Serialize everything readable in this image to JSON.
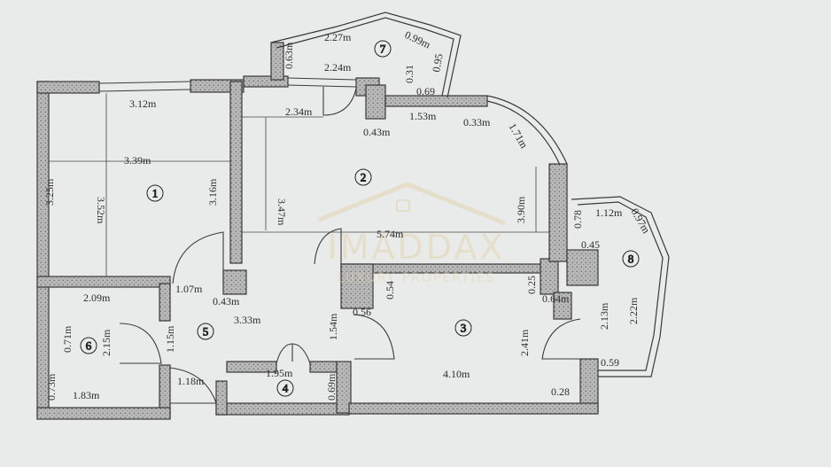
{
  "colors": {
    "wall_fill": "#b8b8b8",
    "wall_stroke": "#3a3a3a",
    "paper": "#e9ebea",
    "watermark": "#e2d4b0"
  },
  "watermark": {
    "brand": "IMADDAX",
    "tagline": "LUXURY PROPERTIES"
  },
  "rooms": [
    {
      "id": "1",
      "label": "1"
    },
    {
      "id": "2",
      "label": "2"
    },
    {
      "id": "3",
      "label": "3"
    },
    {
      "id": "4",
      "label": "4"
    },
    {
      "id": "5",
      "label": "5"
    },
    {
      "id": "6",
      "label": "6"
    },
    {
      "id": "7",
      "label": "7"
    },
    {
      "id": "8",
      "label": "8"
    }
  ],
  "dimensions": {
    "r7_top": "2.27m",
    "r7_diag": "0.99m",
    "r7_left": "0.63m",
    "r7_inner": "2.24m",
    "r7_031": "0.31",
    "r7_095": "0.95",
    "r7_069": "0.69",
    "r2_234": "2.34m",
    "r2_043": "0.43m",
    "r2_153": "1.53m",
    "r2_033": "0.33m",
    "r2_171": "1.71m",
    "r2_347": "3.47m",
    "r2_574": "5.74m",
    "r2_390": "3.90m",
    "r1_312": "3.12m",
    "r1_339": "3.39m",
    "r1_325": "3.25m",
    "r1_352": "3.52m",
    "r1_316": "3.16m",
    "r8_078": "0.78",
    "r8_112": "1.12m",
    "r8_097": "0.97m",
    "r8_045": "0.45",
    "r8_222": "2.22m",
    "r8_213": "2.13m",
    "r8_059": "0.59",
    "r5_107": "1.07m",
    "r5_043": "0.43m",
    "r5_333": "3.33m",
    "r5_154": "1.54m",
    "r5_115": "1.15m",
    "r5_118": "1.18m",
    "r6_209": "2.09m",
    "r6_071": "0.71m",
    "r6_215": "2.15m",
    "r6_073": "0.73m",
    "r6_183": "1.83m",
    "r3_054": "0.54",
    "r3_056": "0.56",
    "r3_025": "0.25",
    "r3_064": "0.64m",
    "r3_241": "2.41m",
    "r3_410": "4.10m",
    "r3_028": "0.28",
    "r4_195": "1.95m",
    "r4_069": "0.69m"
  }
}
